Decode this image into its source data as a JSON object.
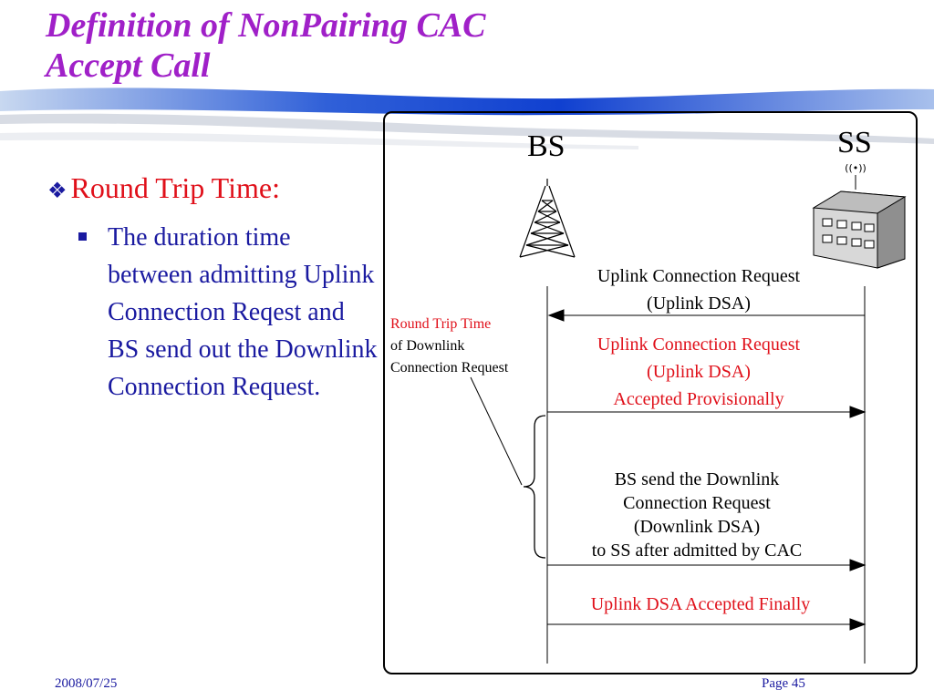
{
  "slide": {
    "title_line1": "Definition of  NonPairing CAC",
    "title_line2": "Accept Call",
    "bullet_main": "Round Trip Time:",
    "bullet_sub": "The duration time between admitting Uplink Connection Reqest and BS send out the Downlink Connection Request.",
    "footer_date": "2008/07/25",
    "footer_page": "Page 45"
  },
  "diagram": {
    "bs_label": "BS",
    "ss_label": "SS",
    "msg1": [
      "Uplink Connection Request",
      "(Uplink  DSA)"
    ],
    "rtt_label": "Round Trip Time",
    "rtt_desc": [
      "of Downlink",
      "Connection Request"
    ],
    "msg2": [
      "Uplink Connection Request",
      "(Uplink DSA)",
      "Accepted  Provisionally"
    ],
    "msg3": [
      "BS send the Downlink",
      "Connection Request",
      "(Downlink DSA)",
      "to SS after admitted by CAC"
    ],
    "msg4": "Uplink DSA Accepted  Finally"
  },
  "colors": {
    "title": "#a020c8",
    "accent_red": "#e0101a",
    "text_blue": "#1a1aa0"
  },
  "icons": {
    "bs": "radio-tower-icon",
    "ss": "building-station-icon",
    "bullet": "diamond-bullet-icon"
  }
}
